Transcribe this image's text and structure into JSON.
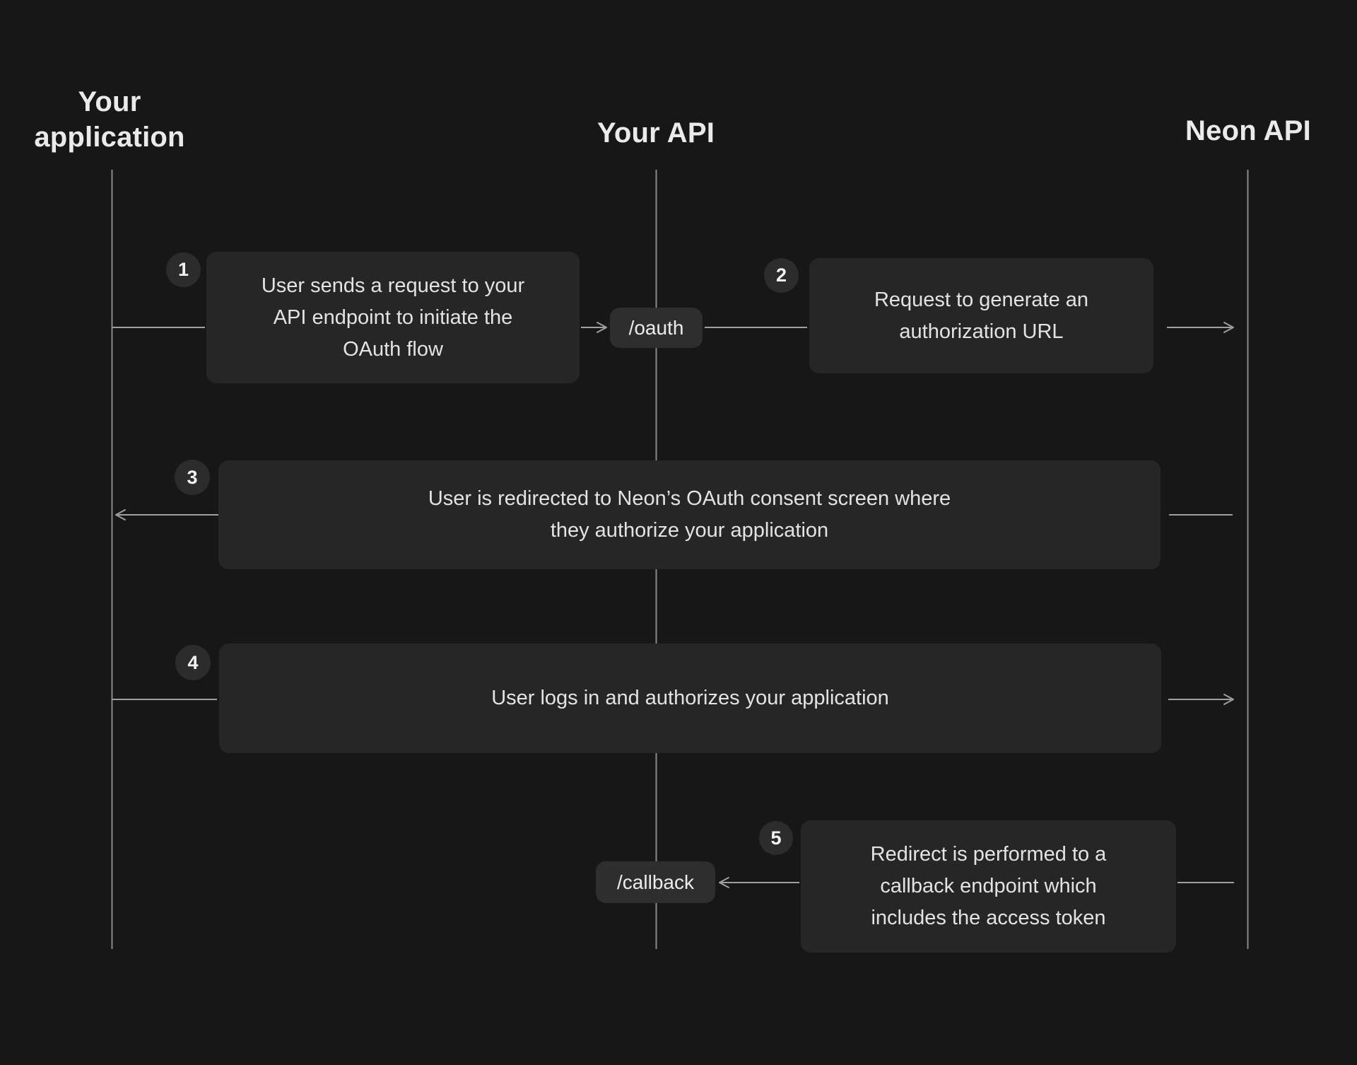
{
  "lanes": [
    {
      "label": "Your\napplication"
    },
    {
      "label": "Your API"
    },
    {
      "label": "Neon API"
    }
  ],
  "endpoints": {
    "oauth": "/oauth",
    "callback": "/callback"
  },
  "steps": [
    {
      "number": "1",
      "text": "User sends a request to your\nAPI endpoint to initiate the\nOAuth flow"
    },
    {
      "number": "2",
      "text": "Request to generate an\nauthorization URL"
    },
    {
      "number": "3",
      "text": "User is redirected to Neon’s OAuth consent screen where\nthey authorize your application"
    },
    {
      "number": "4",
      "text": "User logs in and authorizes your application"
    },
    {
      "number": "5",
      "text": "Redirect is performed to a\ncallback endpoint which\nincludes the access token"
    }
  ],
  "colors": {
    "background": "#171717",
    "box_fill": "#262626",
    "badge_fill": "#2c2c2c",
    "pill_fill": "#2e2e2e",
    "lifeline": "#8a8a8a",
    "arrow": "#a0a0a0",
    "body_text": "#e3e3e3",
    "heading_text": "#eaeaea"
  }
}
